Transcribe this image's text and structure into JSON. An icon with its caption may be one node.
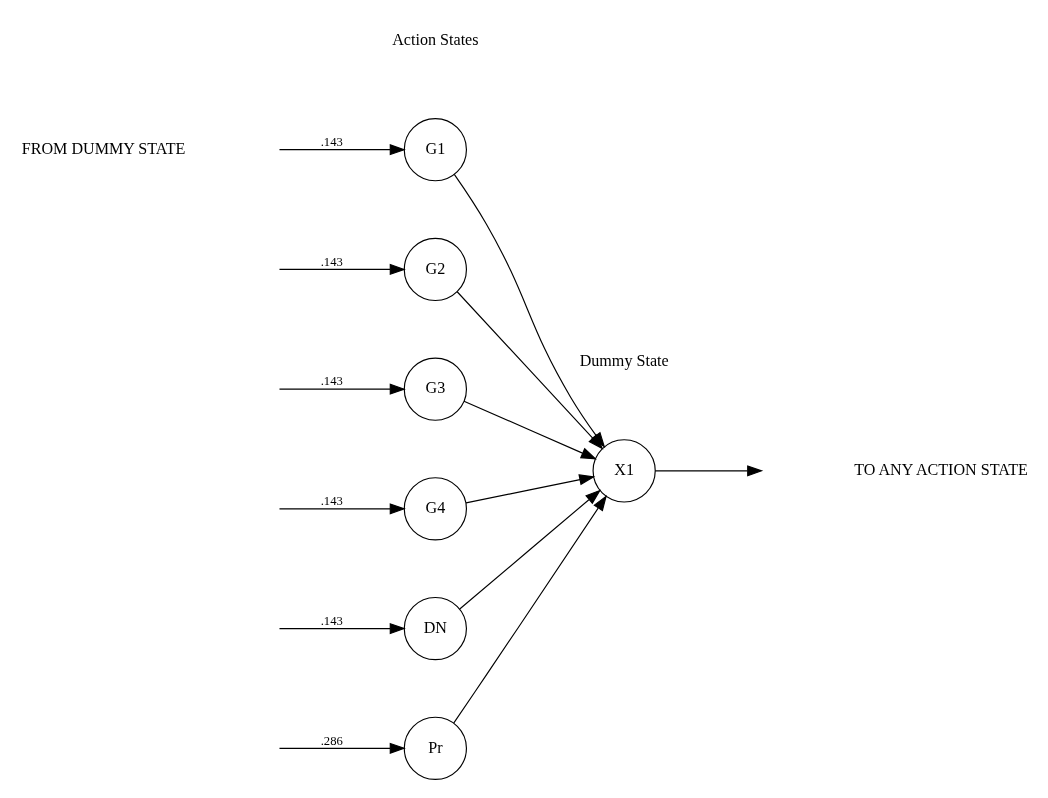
{
  "diagram": {
    "nodes": [
      {
        "text": [
          "G1"
        ]
      },
      {
        "text": [
          "G2"
        ]
      },
      {
        "text": [
          "G3"
        ]
      },
      {
        "text": [
          "G4"
        ]
      },
      {
        "text": [
          "DN"
        ]
      },
      {
        "text": [
          "Pr"
        ]
      },
      {
        "text": [
          "X1"
        ]
      }
    ],
    "edges": [
      {
        "from": null,
        "to": 0,
        "arrow": "to",
        "label": ".143"
      },
      {
        "from": null,
        "to": 1,
        "arrow": "to",
        "label": ".143"
      },
      {
        "from": null,
        "to": 2,
        "arrow": "to",
        "label": ".143"
      },
      {
        "from": null,
        "to": 3,
        "arrow": "to",
        "label": ".143"
      },
      {
        "from": null,
        "to": 4,
        "arrow": "to",
        "label": ".143"
      },
      {
        "from": null,
        "to": 5,
        "arrow": "to",
        "label": ".286"
      },
      {
        "from": 0,
        "to": 6,
        "arrow": "to"
      },
      {
        "from": 1,
        "to": 6,
        "arrow": "to"
      },
      {
        "from": 2,
        "to": 6,
        "arrow": "to"
      },
      {
        "from": 3,
        "to": 6,
        "arrow": "to"
      },
      {
        "from": 4,
        "to": 6,
        "arrow": "to"
      },
      {
        "from": 5,
        "to": 6,
        "arrow": "to"
      },
      {
        "from": 6,
        "to": null,
        "arrow": "to"
      }
    ],
    "labels": [
      "Action States",
      "Dummy State",
      "FROM DUMMY STATE",
      "TO ANY ACTION STATE"
    ]
  }
}
